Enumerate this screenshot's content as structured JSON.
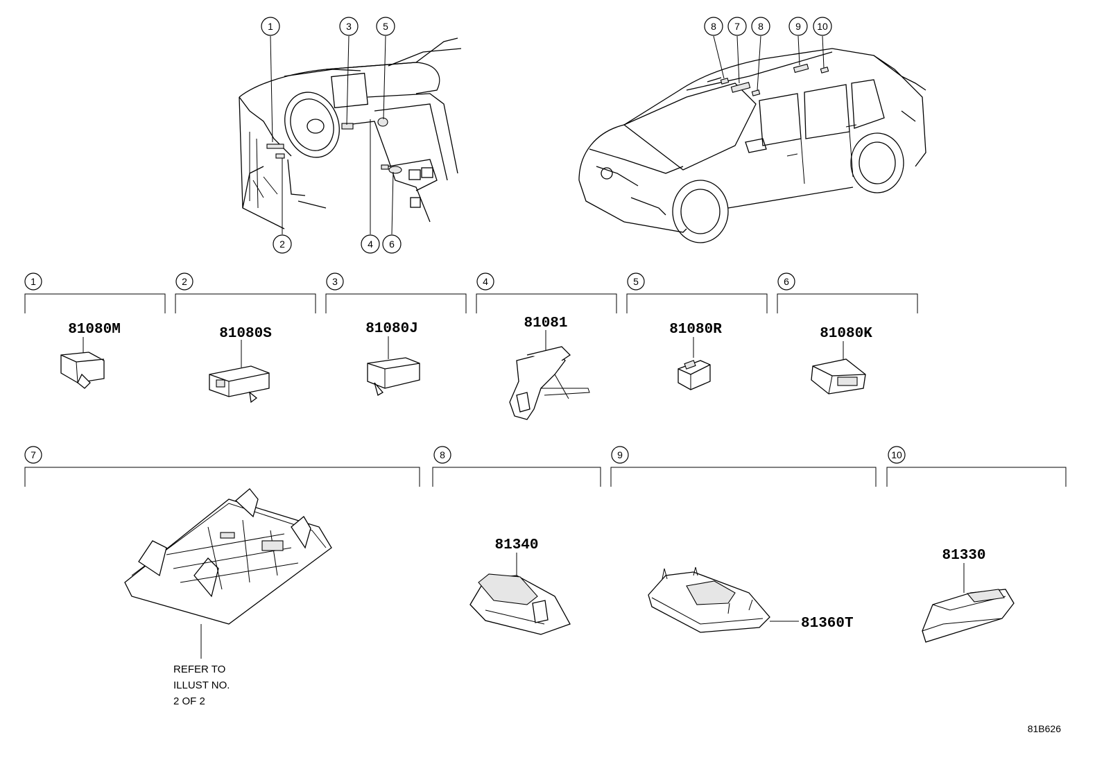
{
  "interior_view": {
    "callouts": [
      "1",
      "2",
      "3",
      "4",
      "5",
      "6"
    ]
  },
  "exterior_view": {
    "callouts": [
      "8",
      "7",
      "8",
      "9",
      "10"
    ]
  },
  "groups": [
    {
      "ref": "1",
      "part": "81080M"
    },
    {
      "ref": "2",
      "part": "81080S"
    },
    {
      "ref": "3",
      "part": "81080J"
    },
    {
      "ref": "4",
      "part": "81081"
    },
    {
      "ref": "5",
      "part": "81080R"
    },
    {
      "ref": "6",
      "part": "81080K"
    },
    {
      "ref": "7",
      "part": ""
    },
    {
      "ref": "8",
      "part": "81340"
    },
    {
      "ref": "9",
      "part": "81360T"
    },
    {
      "ref": "10",
      "part": "81330"
    }
  ],
  "refer_note": {
    "line1": "REFER TO",
    "line2": "ILLUST NO.",
    "line3": "2 OF 2"
  },
  "illustration_code": "81B626"
}
